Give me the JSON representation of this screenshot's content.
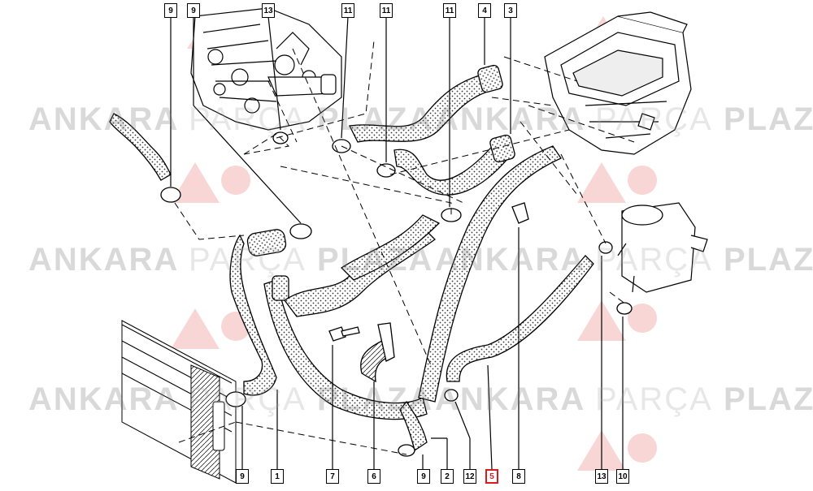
{
  "callouts_top": [
    "9",
    "9",
    "13",
    "11",
    "11",
    "11",
    "4",
    "3"
  ],
  "callouts_bottom": [
    "9",
    "1",
    "7",
    "6",
    "9",
    "2",
    "12",
    "5",
    "8",
    "13",
    "10"
  ],
  "watermark": {
    "word1": "ANKARA",
    "word2": "PARÇA",
    "word3": "PLAZA"
  },
  "colors": {
    "line": "#000000",
    "hose_fill": "#d9d9d9",
    "highlight": "#d81d1d",
    "watermark": "#9a9a9a",
    "logo_accent": "#e8b9b9"
  }
}
